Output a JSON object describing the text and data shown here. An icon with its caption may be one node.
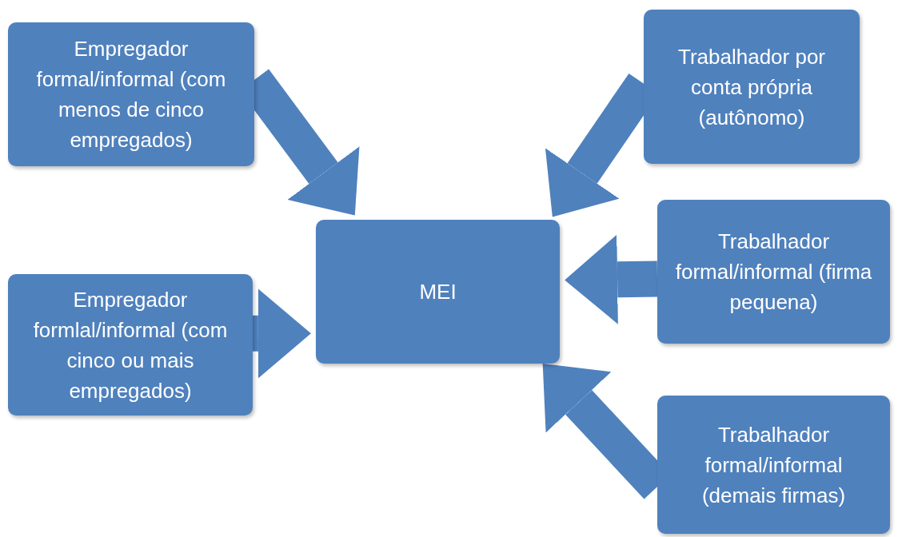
{
  "diagram": {
    "nodes": [
      {
        "text": [
          "Empregador formal/informal (com menos de cinco empregados)"
        ]
      },
      {
        "text": [
          "Trabalhador por conta própria (autônomo)"
        ]
      },
      {
        "text": [
          "MEI"
        ]
      },
      {
        "text": [
          "Trabalhador formal/informal (firma pequena)"
        ]
      },
      {
        "text": [
          "Empregador formlal/informal (com cinco ou mais empregados)"
        ]
      },
      {
        "text": [
          "Trabalhador formal/informal (demais firmas)"
        ]
      }
    ],
    "edges": [
      {
        "from": 0,
        "to": 2,
        "arrow": "to"
      },
      {
        "from": 1,
        "to": 2,
        "arrow": "to"
      },
      {
        "from": 3,
        "to": 2,
        "arrow": "to"
      },
      {
        "from": 4,
        "to": 2,
        "arrow": "to"
      },
      {
        "from": 5,
        "to": 2,
        "arrow": "to"
      }
    ]
  }
}
